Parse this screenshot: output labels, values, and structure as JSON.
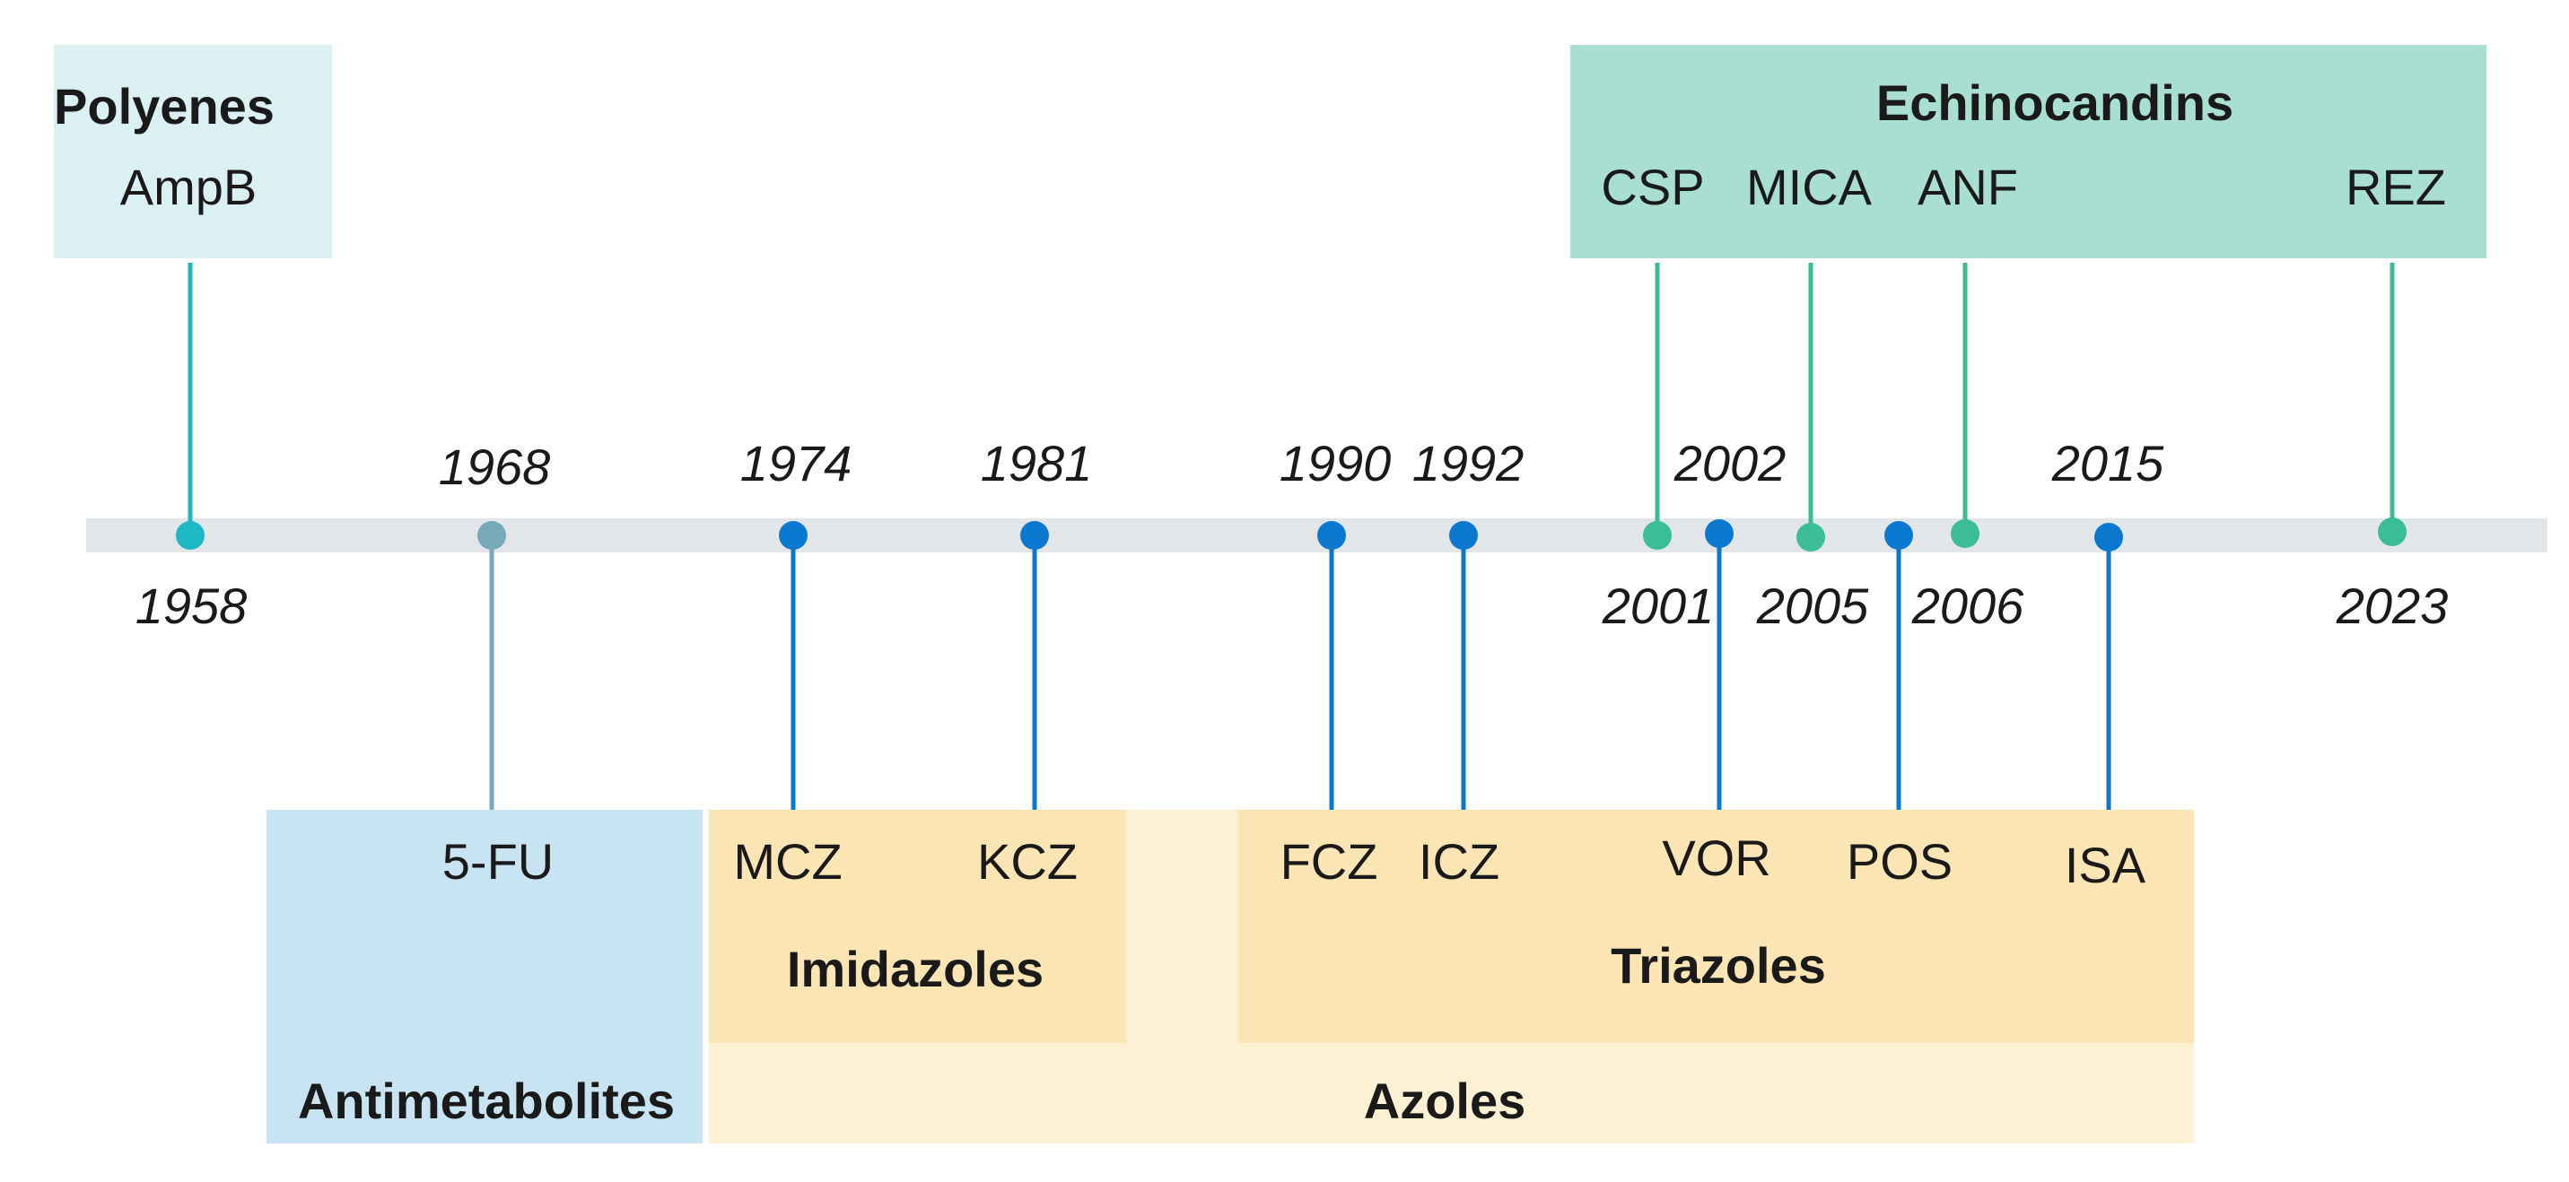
{
  "colors": {
    "polyenes": "#1db8c4",
    "antimetabolites": "#78a9b8",
    "azoles": "#0b78cf",
    "echinocandins": "#3bbd98",
    "axis": "#e2e6e8"
  },
  "groups": {
    "polyenes": "Polyenes",
    "echinocandins": "Echinocandins",
    "antimetabolites": "Antimetabolites",
    "imidazoles": "Imidazoles",
    "triazoles": "Triazoles",
    "azoles": "Azoles"
  },
  "drugs": [
    {
      "id": "ampb",
      "name": "AmpB",
      "year": "1958",
      "class": "polyenes"
    },
    {
      "id": "5fu",
      "name": "5-FU",
      "year": "1968",
      "class": "antimetabolites"
    },
    {
      "id": "mcz",
      "name": "MCZ",
      "year": "1974",
      "class": "azoles"
    },
    {
      "id": "kcz",
      "name": "KCZ",
      "year": "1981",
      "class": "azoles"
    },
    {
      "id": "fcz",
      "name": "FCZ",
      "year": "1990",
      "class": "azoles"
    },
    {
      "id": "icz",
      "name": "ICZ",
      "year": "1992",
      "class": "azoles"
    },
    {
      "id": "csp",
      "name": "CSP",
      "year": "2001",
      "class": "echinocandins"
    },
    {
      "id": "vor",
      "name": "VOR",
      "year": "2002",
      "class": "azoles"
    },
    {
      "id": "mica",
      "name": "MICA",
      "year": "2005",
      "class": "echinocandins"
    },
    {
      "id": "pos",
      "name": "POS",
      "year": "2006",
      "class": "azoles"
    },
    {
      "id": "anf",
      "name": "ANF",
      "year": "2006",
      "class": "echinocandins"
    },
    {
      "id": "isa",
      "name": "ISA",
      "year": "2015",
      "class": "azoles"
    },
    {
      "id": "rez",
      "name": "REZ",
      "year": "2023",
      "class": "echinocandins"
    }
  ],
  "year_labels": [
    {
      "text": "1958",
      "pos": "below"
    },
    {
      "text": "1968",
      "pos": "above"
    },
    {
      "text": "1974",
      "pos": "above"
    },
    {
      "text": "1981",
      "pos": "above"
    },
    {
      "text": "1990",
      "pos": "above"
    },
    {
      "text": "1992",
      "pos": "above"
    },
    {
      "text": "2001",
      "pos": "below"
    },
    {
      "text": "2002",
      "pos": "above"
    },
    {
      "text": "2005",
      "pos": "below"
    },
    {
      "text": "2006",
      "pos": "below"
    },
    {
      "text": "2015",
      "pos": "above"
    },
    {
      "text": "2023",
      "pos": "below"
    }
  ]
}
